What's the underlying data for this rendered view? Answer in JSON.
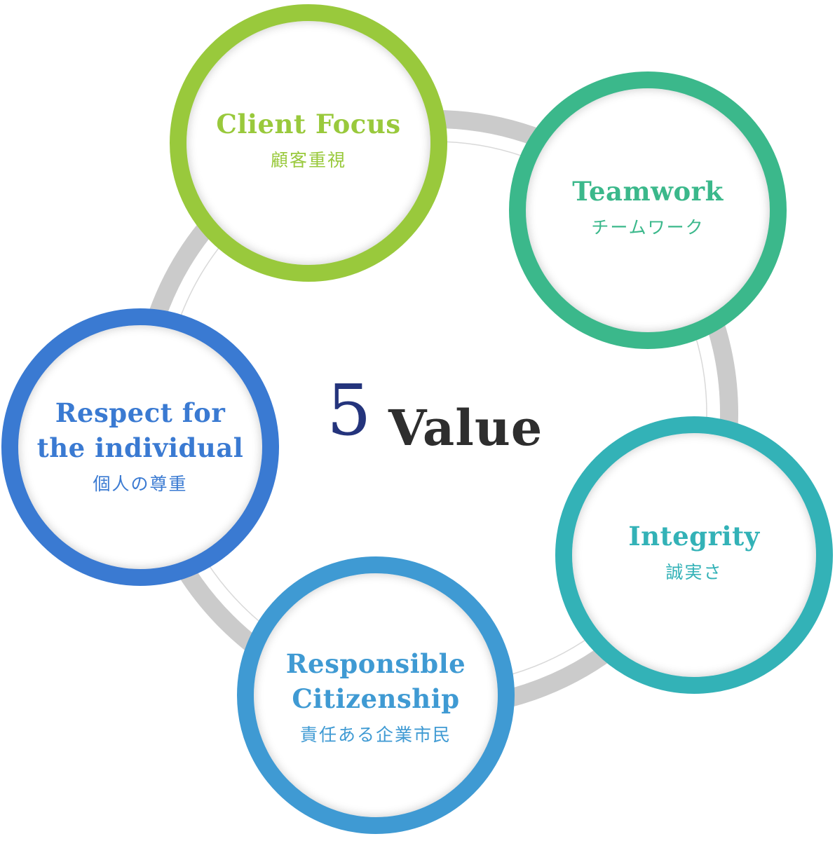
{
  "center": {
    "number": "5",
    "word": "Value"
  },
  "colors": {
    "ring_outer": "#cbcbcb",
    "ring_inner": "#d9d9d9",
    "number": "#24347c",
    "word": "#2e2e2e"
  },
  "values": [
    {
      "title": "Client Focus",
      "subtitle": "顧客重視",
      "color": "#99c93c"
    },
    {
      "title": "Teamwork",
      "subtitle": "チームワーク",
      "color": "#3bb88b"
    },
    {
      "title": "Integrity",
      "subtitle": "誠実さ",
      "color": "#33b2b7"
    },
    {
      "title": "Responsible\nCitizenship",
      "subtitle": "責任ある企業市民",
      "color": "#3f9ad3"
    },
    {
      "title": "Respect for\nthe individual",
      "subtitle": "個人の尊重",
      "color": "#3a7ad2"
    }
  ]
}
